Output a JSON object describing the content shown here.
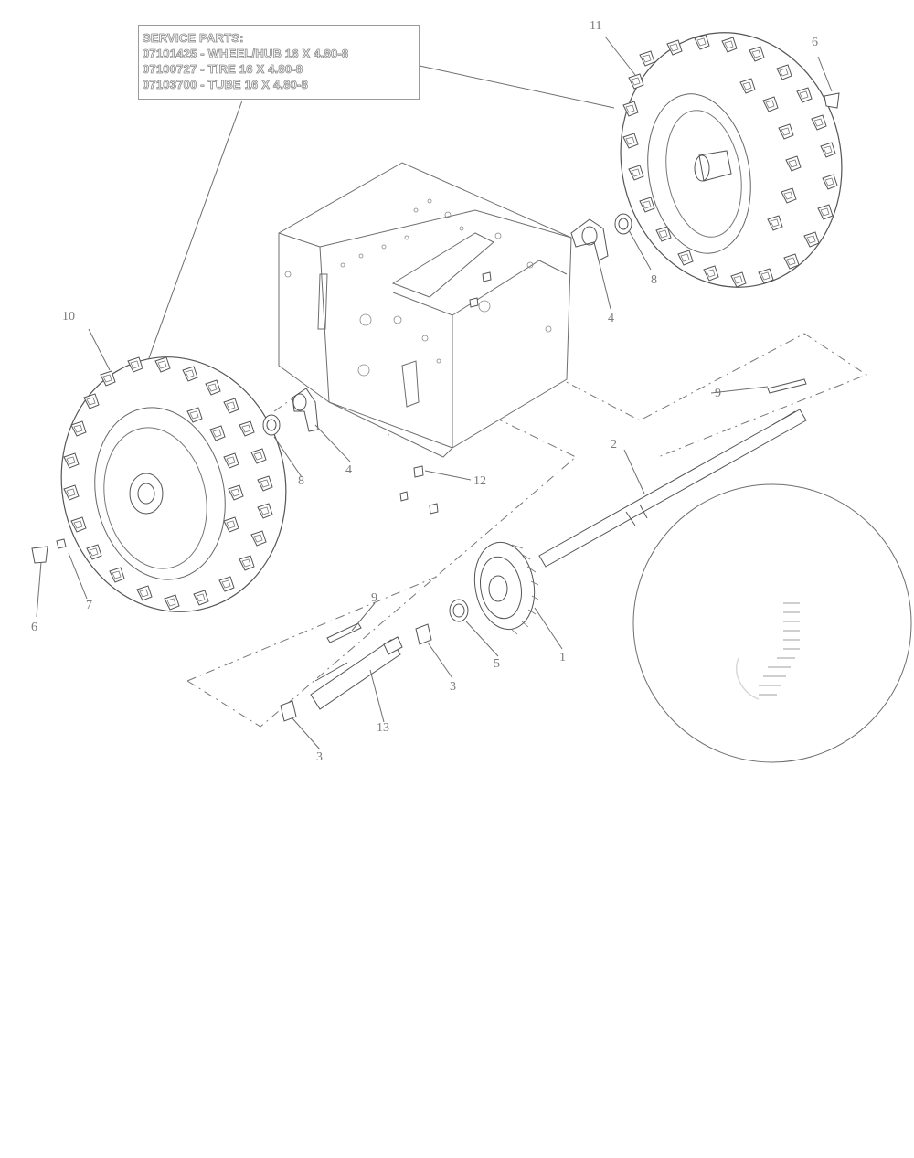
{
  "service_box": {
    "line1": "SERVICE PARTS:",
    "line2": "07101425 - WHEEL/HUB 16 X 4.80-8",
    "line3": "07100727 - TIRE 16 X 4.80-8",
    "line4": "07103700 - TUBE 16 X 4.80-8"
  },
  "callouts": {
    "c1": "1",
    "c2": "2",
    "c3a": "3",
    "c3b": "3",
    "c4a": "4",
    "c4b": "4",
    "c5": "5",
    "c6a": "6",
    "c6b": "6",
    "c7": "7",
    "c8a": "8",
    "c8b": "8",
    "c9a": "9",
    "c9b": "9",
    "c10": "10",
    "c11": "11",
    "c12": "12",
    "c13": "13"
  },
  "colors": {
    "line": "#6e6e6e",
    "light": "#bdbdbd",
    "text": "#7a7a7a"
  }
}
